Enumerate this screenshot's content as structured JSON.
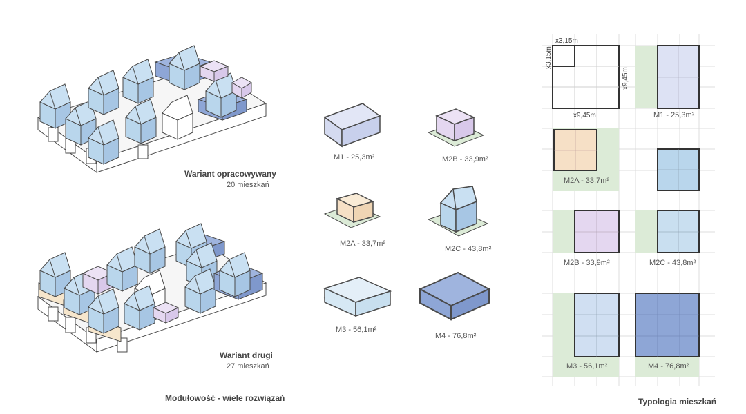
{
  "variants": [
    {
      "title": "Wariant opracowywany",
      "count": "20 mieszkań"
    },
    {
      "title": "Wariant drugi",
      "count": "27 mieszkań"
    }
  ],
  "left_caption": "Modułowość - wiele rozwiązań",
  "modules": [
    {
      "label": "M1 - 25,3m²",
      "color": "#dde2f4"
    },
    {
      "label": "M2B - 33,9m²",
      "color": "#e4d7f0"
    },
    {
      "label": "M2A - 33,7m²",
      "color": "#f6e0c6"
    },
    {
      "label": "M2C - 43,8m²",
      "color": "#b9d6ec"
    },
    {
      "label": "M3 - 56,1m²",
      "color": "#d6e8f4"
    },
    {
      "label": "M4 - 76,8m²",
      "color": "#8ea6d6"
    }
  ],
  "typology": {
    "dims": {
      "small_w": "x3,15m",
      "small_h": "x3,15m",
      "total_w": "x9,45m",
      "total_h": "x9,45m"
    },
    "plans": [
      {
        "label": "M1 - 25,3m²"
      },
      {
        "label": "M2A - 33,7m²"
      },
      {
        "label": "M2B - 33,9m²"
      },
      {
        "label": "M2C - 43,8m²"
      },
      {
        "label": "M3 - 56,1m²"
      },
      {
        "label": "M4 - 76,8m²"
      }
    ],
    "caption": "Typologia mieszkań"
  },
  "colors": {
    "stroke": "#4a4a4a",
    "green_plot": "#dcebd7",
    "blue": "#b7d4ec",
    "dark_blue": "#8ea6d6",
    "lavender": "#e4d7f0",
    "peach": "#f6e6cc"
  }
}
